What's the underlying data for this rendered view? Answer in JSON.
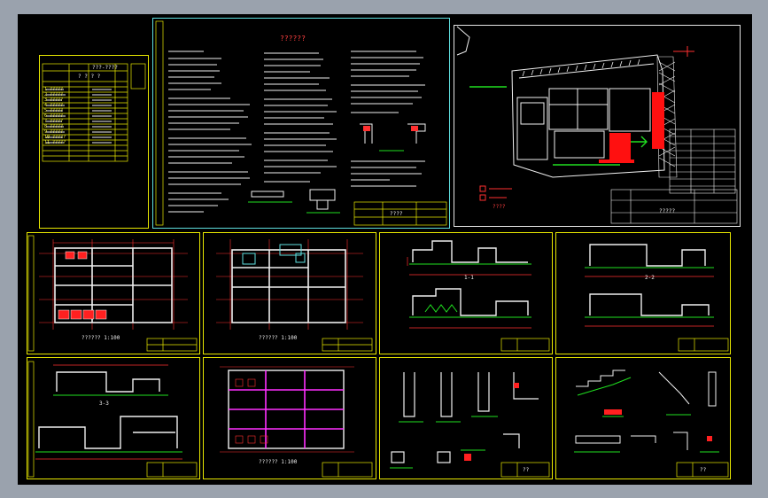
{
  "colors": {
    "background": "#9aa2ad",
    "canvas": "#000000",
    "frame_yellow": "#e8e800",
    "frame_cyan": "#5fe0e0",
    "wall_white": "#f0f0f0",
    "dim_red": "#ff3030",
    "green": "#20e020",
    "magenta": "#ff30ff",
    "fill_red": "#ff1010"
  },
  "sheets": {
    "index": {
      "title": "? ? ? ?",
      "header_code": "???-????",
      "rows": [
        "1 ?????",
        "2 ?????",
        "3 ?????",
        "4 ?????",
        "5 ?????",
        "6 ?????",
        "7 ?????",
        "8 ?????",
        "9 ?????",
        "10 ?????",
        "11 ?????"
      ]
    },
    "notes": {
      "title": "??????",
      "stamp": "????"
    },
    "site": {
      "title": "?????",
      "legend": "????"
    },
    "plan1": {
      "label": "?????? 1:100"
    },
    "plan2": {
      "label": "?????? 1:100"
    },
    "section1": {
      "label": "1-1"
    },
    "section2": {
      "label": "2-2"
    },
    "section3": {
      "label": "3-3"
    },
    "foundation": {
      "label": "?????? 1:100"
    },
    "details1": {
      "label": "??"
    },
    "details2": {
      "label": "??"
    }
  }
}
